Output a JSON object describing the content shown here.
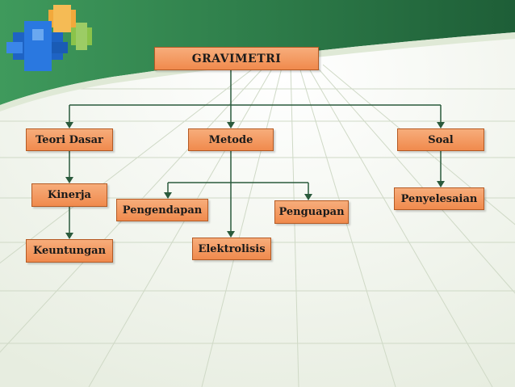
{
  "diagram": {
    "root": "GRAVIMETRI",
    "teori_dasar": "Teori Dasar",
    "metode": "Metode",
    "soal": "Soal",
    "kinerja": "Kinerja",
    "keuntungan": "Keuntungan",
    "pengendapan": "Pengendapan",
    "elektrolisis": "Elektrolisis",
    "penguapan": "Penguapan",
    "penyelesaian": "Penyelesaian"
  },
  "colors": {
    "node_fill": "#f08a4d",
    "node_border": "#b45a24",
    "connector": "#2a5a3c",
    "header_green": "#2e7d4a"
  }
}
